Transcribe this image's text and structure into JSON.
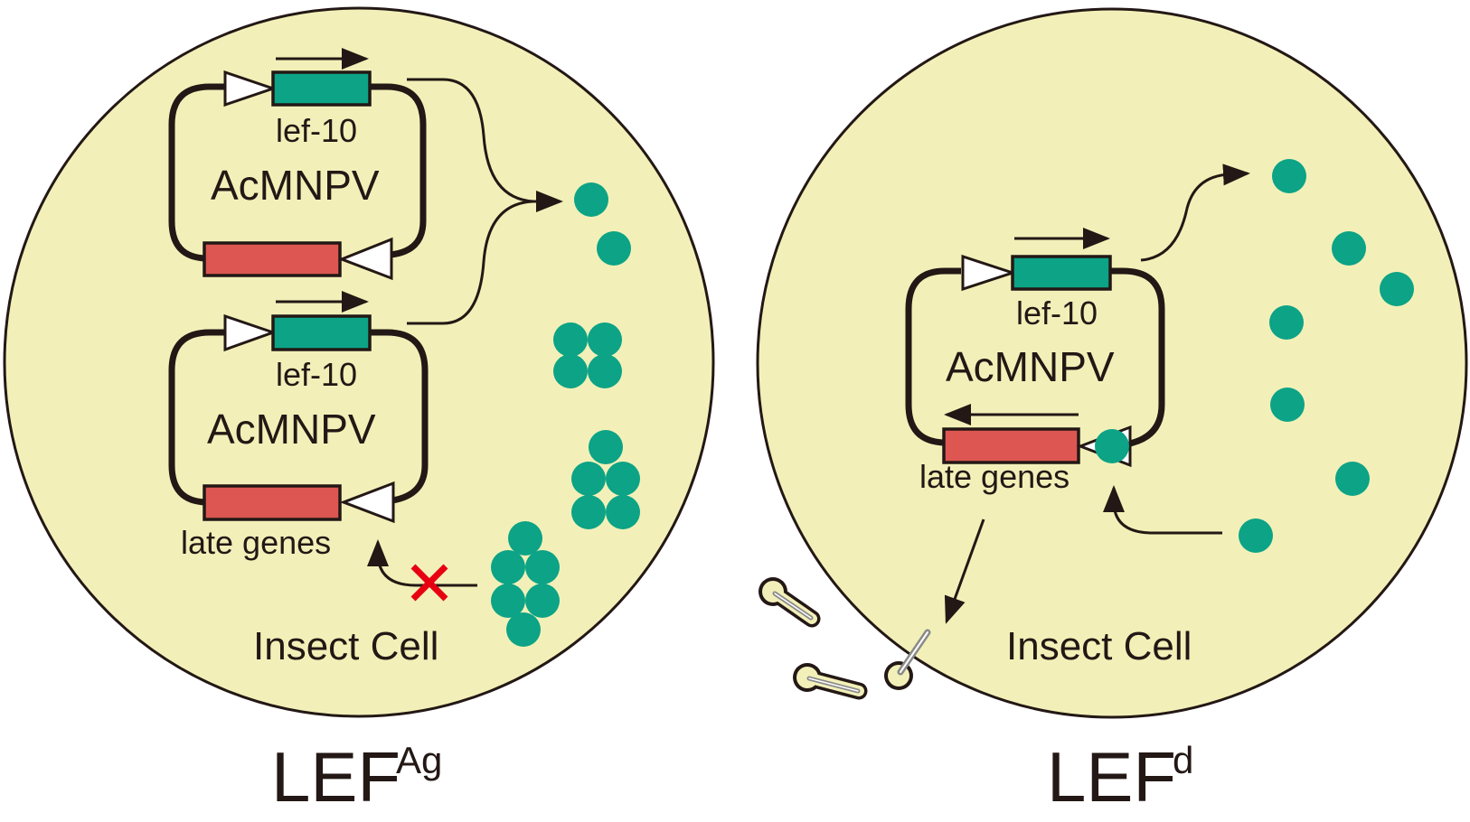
{
  "figure": {
    "panels": [
      {
        "id": "left",
        "title_base": "LEF",
        "title_superscript": "Ag",
        "cell_label": "Insect Cell",
        "plasmids": [
          {
            "genome_label": "AcMNPV",
            "early_gene_label": "lef-10",
            "late_gene_label": ""
          },
          {
            "genome_label": "AcMNPV",
            "early_gene_label": "lef-10",
            "late_gene_label": "late genes"
          }
        ],
        "protein_state": "aggregated",
        "late_activation": "blocked"
      },
      {
        "id": "right",
        "title_base": "LEF",
        "title_superscript": "d",
        "cell_label": "Insect Cell",
        "plasmids": [
          {
            "genome_label": "AcMNPV",
            "early_gene_label": "lef-10",
            "late_gene_label": "late genes"
          }
        ],
        "protein_state": "dispersed",
        "late_activation": "active",
        "budding_virions": 3
      }
    ],
    "colors": {
      "cell_fill": "#f2f0b8",
      "lef10_gene": "#0ca386",
      "late_gene": "#dd5651",
      "protein": "#0ca386",
      "block_mark": "#e60012",
      "outline": "#231815"
    }
  }
}
